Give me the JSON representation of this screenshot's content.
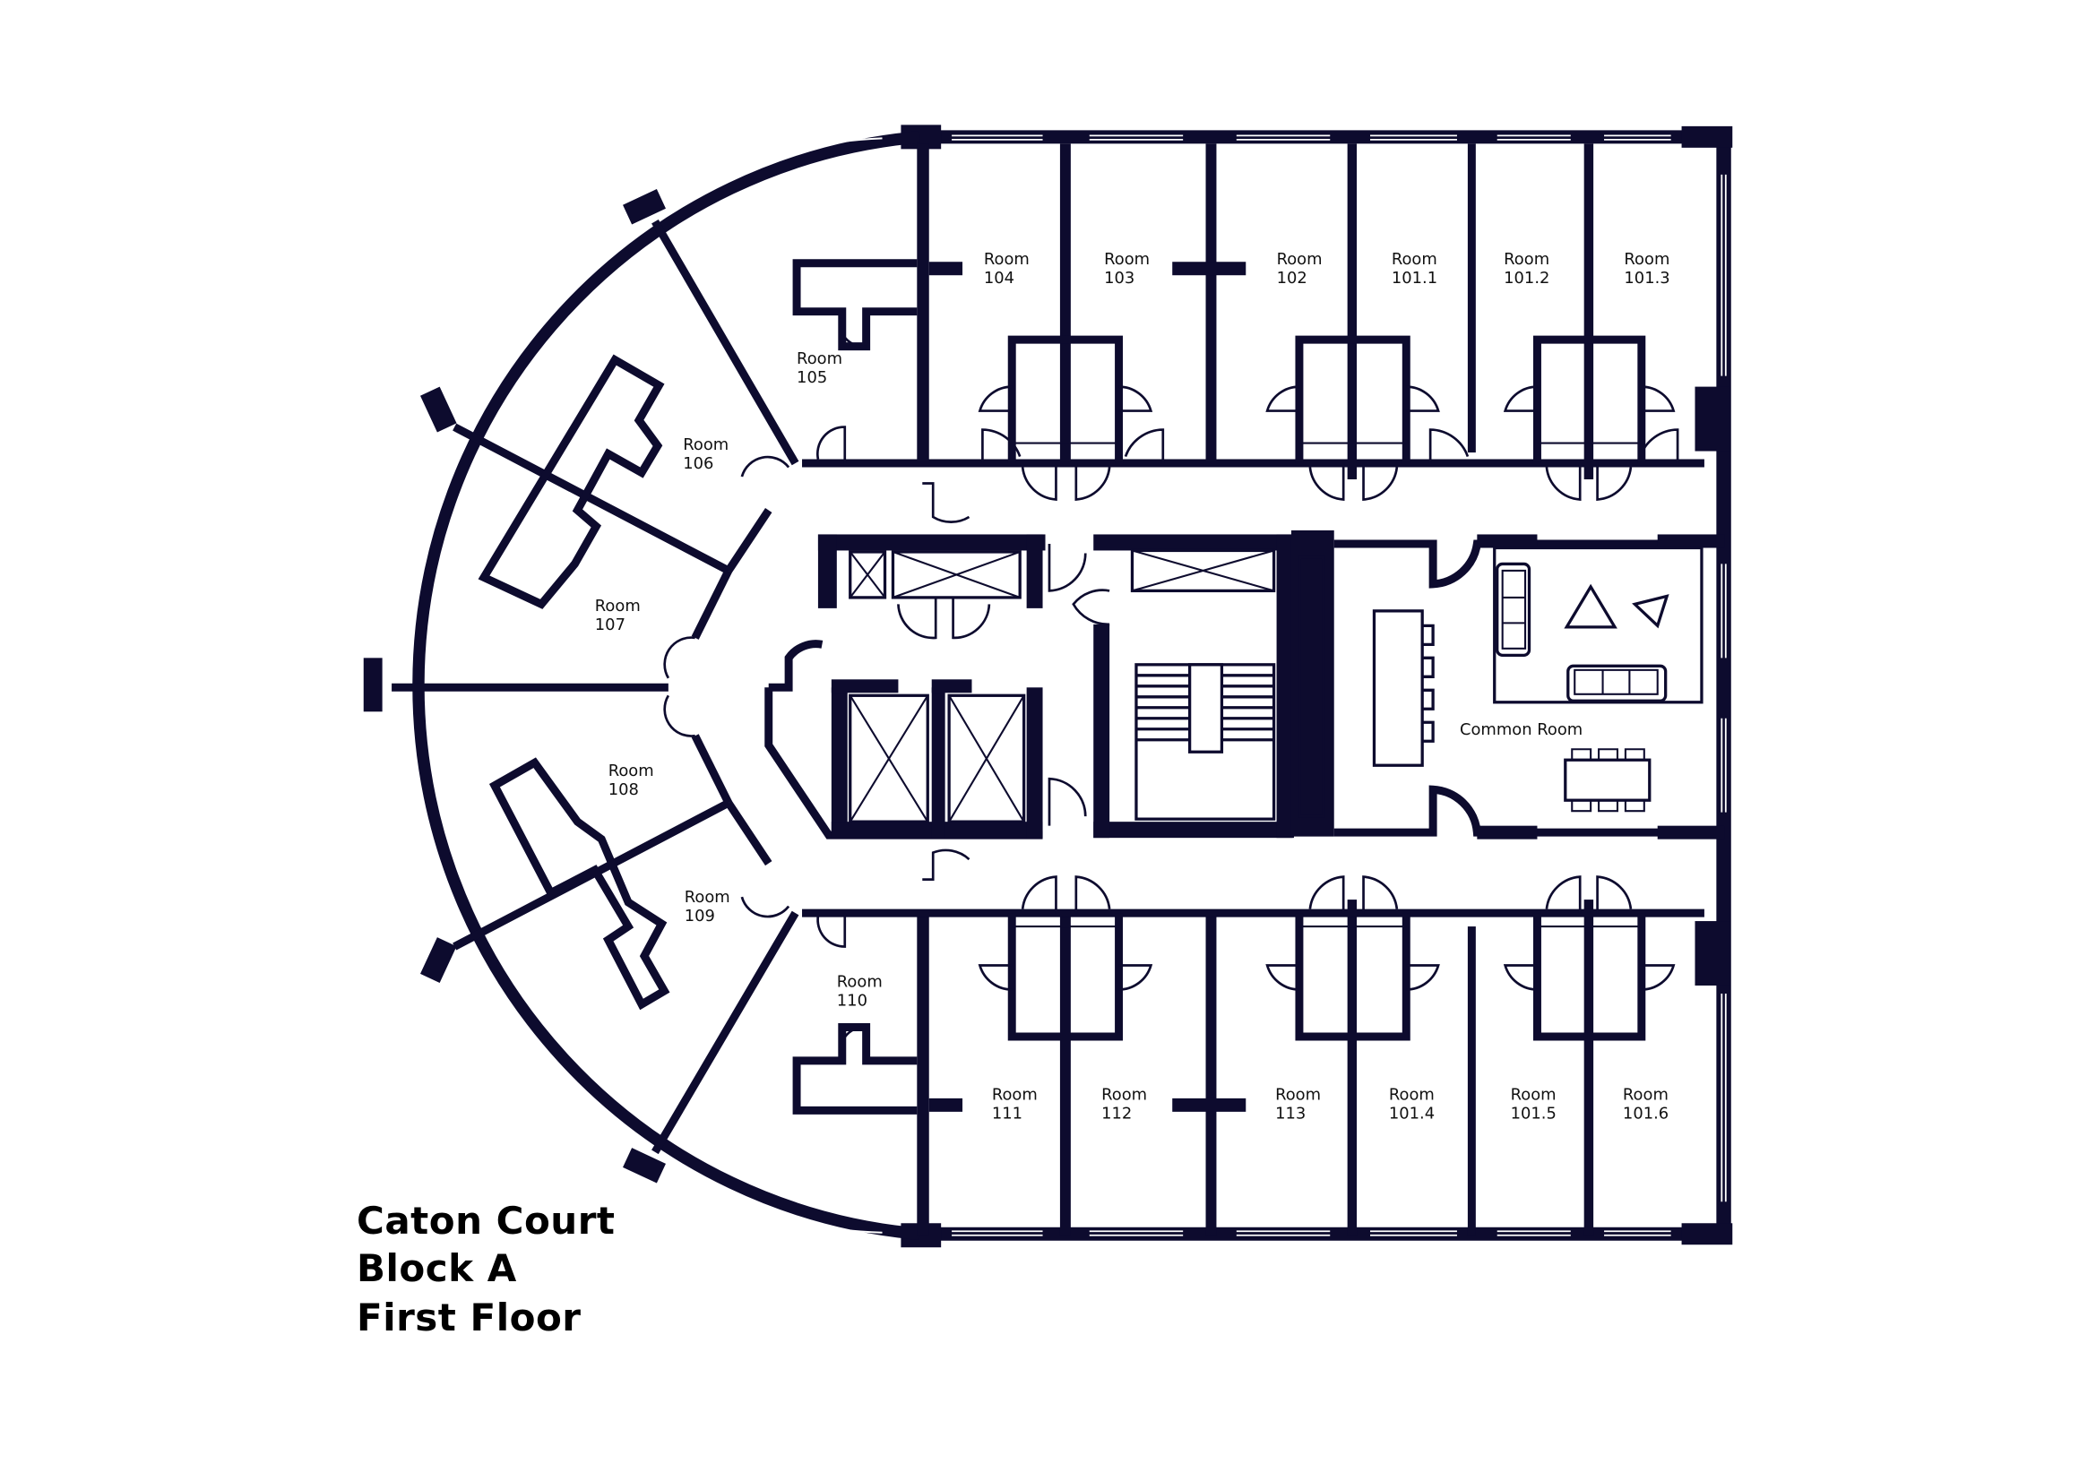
{
  "title": {
    "line1": "Caton Court",
    "line2": "Block A",
    "line3": "First Floor"
  },
  "colors": {
    "wall": "#0d0b2e",
    "background": "#ffffff",
    "text": "#111111"
  },
  "rooms_top": [
    {
      "id": "104",
      "label": "Room",
      "number": "104"
    },
    {
      "id": "103",
      "label": "Room",
      "number": "103"
    },
    {
      "id": "102",
      "label": "Room",
      "number": "102"
    },
    {
      "id": "101.1",
      "label": "Room",
      "number": "101.1"
    },
    {
      "id": "101.2",
      "label": "Room",
      "number": "101.2"
    },
    {
      "id": "101.3",
      "label": "Room",
      "number": "101.3"
    }
  ],
  "rooms_bottom": [
    {
      "id": "111",
      "label": "Room",
      "number": "111"
    },
    {
      "id": "112",
      "label": "Room",
      "number": "112"
    },
    {
      "id": "113",
      "label": "Room",
      "number": "113"
    },
    {
      "id": "101.4",
      "label": "Room",
      "number": "101.4"
    },
    {
      "id": "101.5",
      "label": "Room",
      "number": "101.5"
    },
    {
      "id": "101.6",
      "label": "Room",
      "number": "101.6"
    }
  ],
  "rooms_curved": [
    {
      "id": "105",
      "label": "Room",
      "number": "105"
    },
    {
      "id": "106",
      "label": "Room",
      "number": "106"
    },
    {
      "id": "107",
      "label": "Room",
      "number": "107"
    },
    {
      "id": "108",
      "label": "Room",
      "number": "108"
    },
    {
      "id": "109",
      "label": "Room",
      "number": "109"
    },
    {
      "id": "110",
      "label": "Room",
      "number": "110"
    }
  ],
  "common_room": {
    "label": "Common Room"
  },
  "icons": {
    "lift": "lift-x-icon",
    "stairs": "stairs-icon",
    "sofa": "sofa-icon",
    "table": "dining-table-icon"
  }
}
